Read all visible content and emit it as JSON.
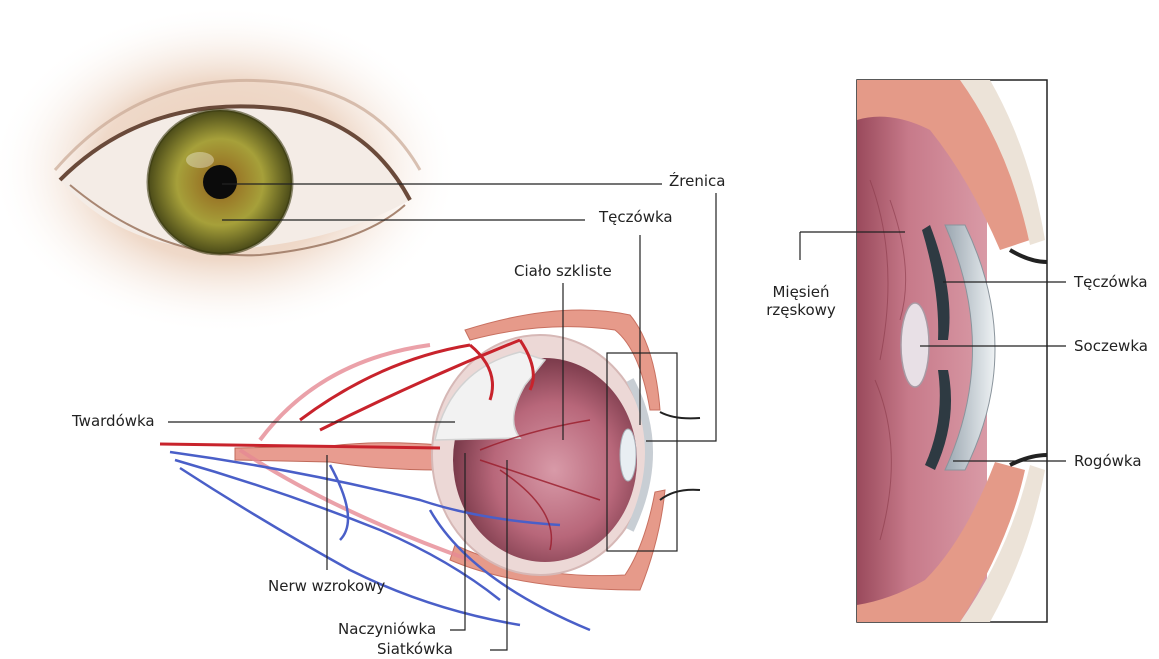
{
  "labels": {
    "pupil": "Źrenica",
    "iris": "Tęczówka",
    "vitreous_body": "Ciało szkliste",
    "sclera": "Twardówka",
    "optic_nerve": "Nerw wzrokowy",
    "choroid": "Naczyniówka",
    "retina": "Siatkówka",
    "ciliary_muscle_line1": "Mięsień",
    "ciliary_muscle_line2": "rzęskowy",
    "iris_detail": "Tęczówka",
    "lens": "Soczewka",
    "cornea": "Rogówka"
  },
  "colors": {
    "iris_green": "#8a8a2a",
    "sclera_white": "#f2f2f2",
    "muscle_pink": "#e69a8a",
    "artery_red": "#c8232c",
    "vein_blue": "#4a5fc8",
    "interior_mauve": "#b8677a",
    "leader_line": "#222222"
  }
}
